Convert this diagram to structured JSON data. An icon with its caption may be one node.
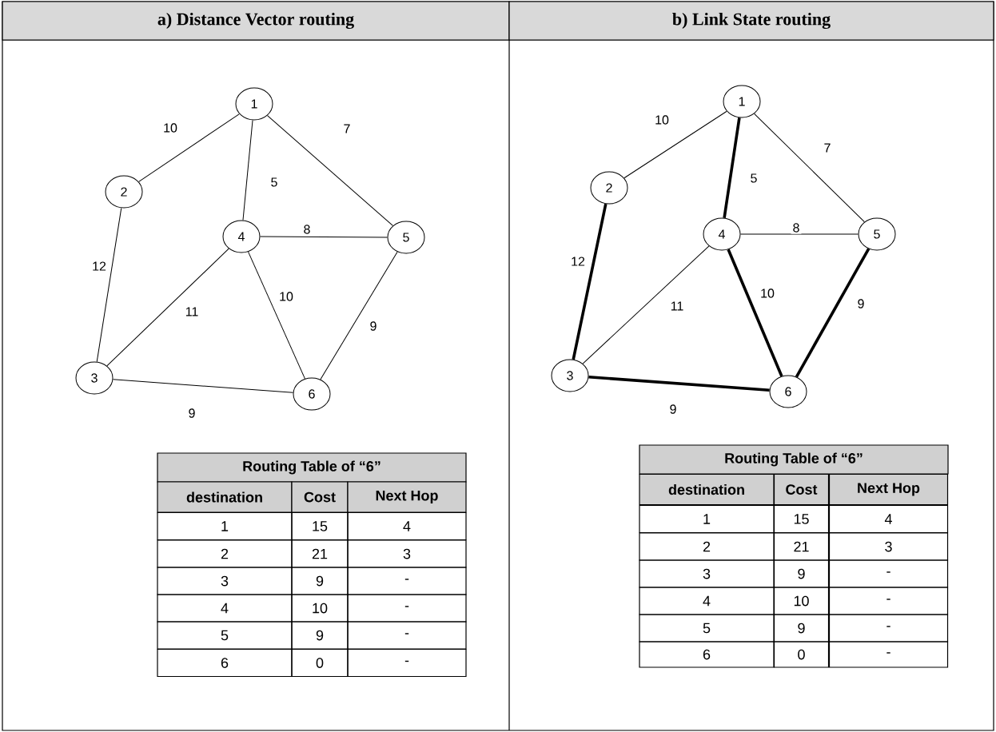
{
  "diagram": {
    "nodes": [
      {
        "text": [
          "1"
        ]
      },
      {
        "text": [
          "2"
        ]
      },
      {
        "text": [
          "4"
        ]
      },
      {
        "text": [
          "5"
        ]
      },
      {
        "text": [
          "3"
        ]
      },
      {
        "text": [
          "6"
        ]
      },
      {
        "text": [
          "1"
        ]
      },
      {
        "text": [
          "2"
        ]
      },
      {
        "text": [
          "4"
        ]
      },
      {
        "text": [
          "5"
        ]
      },
      {
        "text": [
          "3"
        ]
      },
      {
        "text": [
          "6"
        ]
      }
    ],
    "edges": [
      {
        "from": 0,
        "to": 1,
        "arrow": "none",
        "label": "10"
      },
      {
        "from": 0,
        "to": 2,
        "arrow": "none",
        "label": "5"
      },
      {
        "from": 0,
        "to": 3,
        "arrow": "none",
        "label": "7"
      },
      {
        "from": 1,
        "to": 4,
        "arrow": "none",
        "label": "12"
      },
      {
        "from": 2,
        "to": 3,
        "arrow": "none",
        "label": "8"
      },
      {
        "from": 2,
        "to": 4,
        "arrow": "none",
        "label": "11"
      },
      {
        "from": 2,
        "to": 5,
        "arrow": "none",
        "label": "10"
      },
      {
        "from": 3,
        "to": 5,
        "arrow": "none",
        "label": "9"
      },
      {
        "from": 4,
        "to": 5,
        "arrow": "none",
        "label": "9"
      },
      {
        "from": 6,
        "to": 7,
        "arrow": "none",
        "label": "10"
      },
      {
        "from": 6,
        "to": 8,
        "arrow": "none",
        "label": "5",
        "style": "thick"
      },
      {
        "from": 6,
        "to": 9,
        "arrow": "none",
        "label": "7"
      },
      {
        "from": 7,
        "to": 10,
        "arrow": "none",
        "label": "12",
        "style": "thick"
      },
      {
        "from": 8,
        "to": 9,
        "arrow": "none",
        "label": "8"
      },
      {
        "from": 8,
        "to": 10,
        "arrow": "none",
        "label": "11"
      },
      {
        "from": 8,
        "to": 11,
        "arrow": "none",
        "label": "10",
        "style": "thick"
      },
      {
        "from": 9,
        "to": 11,
        "arrow": "none",
        "label": "9",
        "style": "thick"
      },
      {
        "from": 10,
        "to": 11,
        "arrow": "none",
        "label": "9",
        "style": "thick"
      }
    ],
    "labels": [
      "a) Distance Vector routing",
      "b) Link State routing",
      "Routing Table of “6”",
      "destination",
      "Cost",
      "Next Hop",
      "1",
      "15",
      "4",
      "2",
      "21",
      "3",
      "3",
      "9",
      "-",
      "4",
      "10",
      "-",
      "5",
      "9",
      "-",
      "6",
      "0",
      "-",
      "Routing Table of “6”",
      "destination",
      "Cost",
      "Next Hop",
      "1",
      "15",
      "4",
      "2",
      "21",
      "3",
      "3",
      "9",
      "-",
      "4",
      "10",
      "-",
      "5",
      "9",
      "-",
      "6",
      "0",
      "-"
    ]
  }
}
